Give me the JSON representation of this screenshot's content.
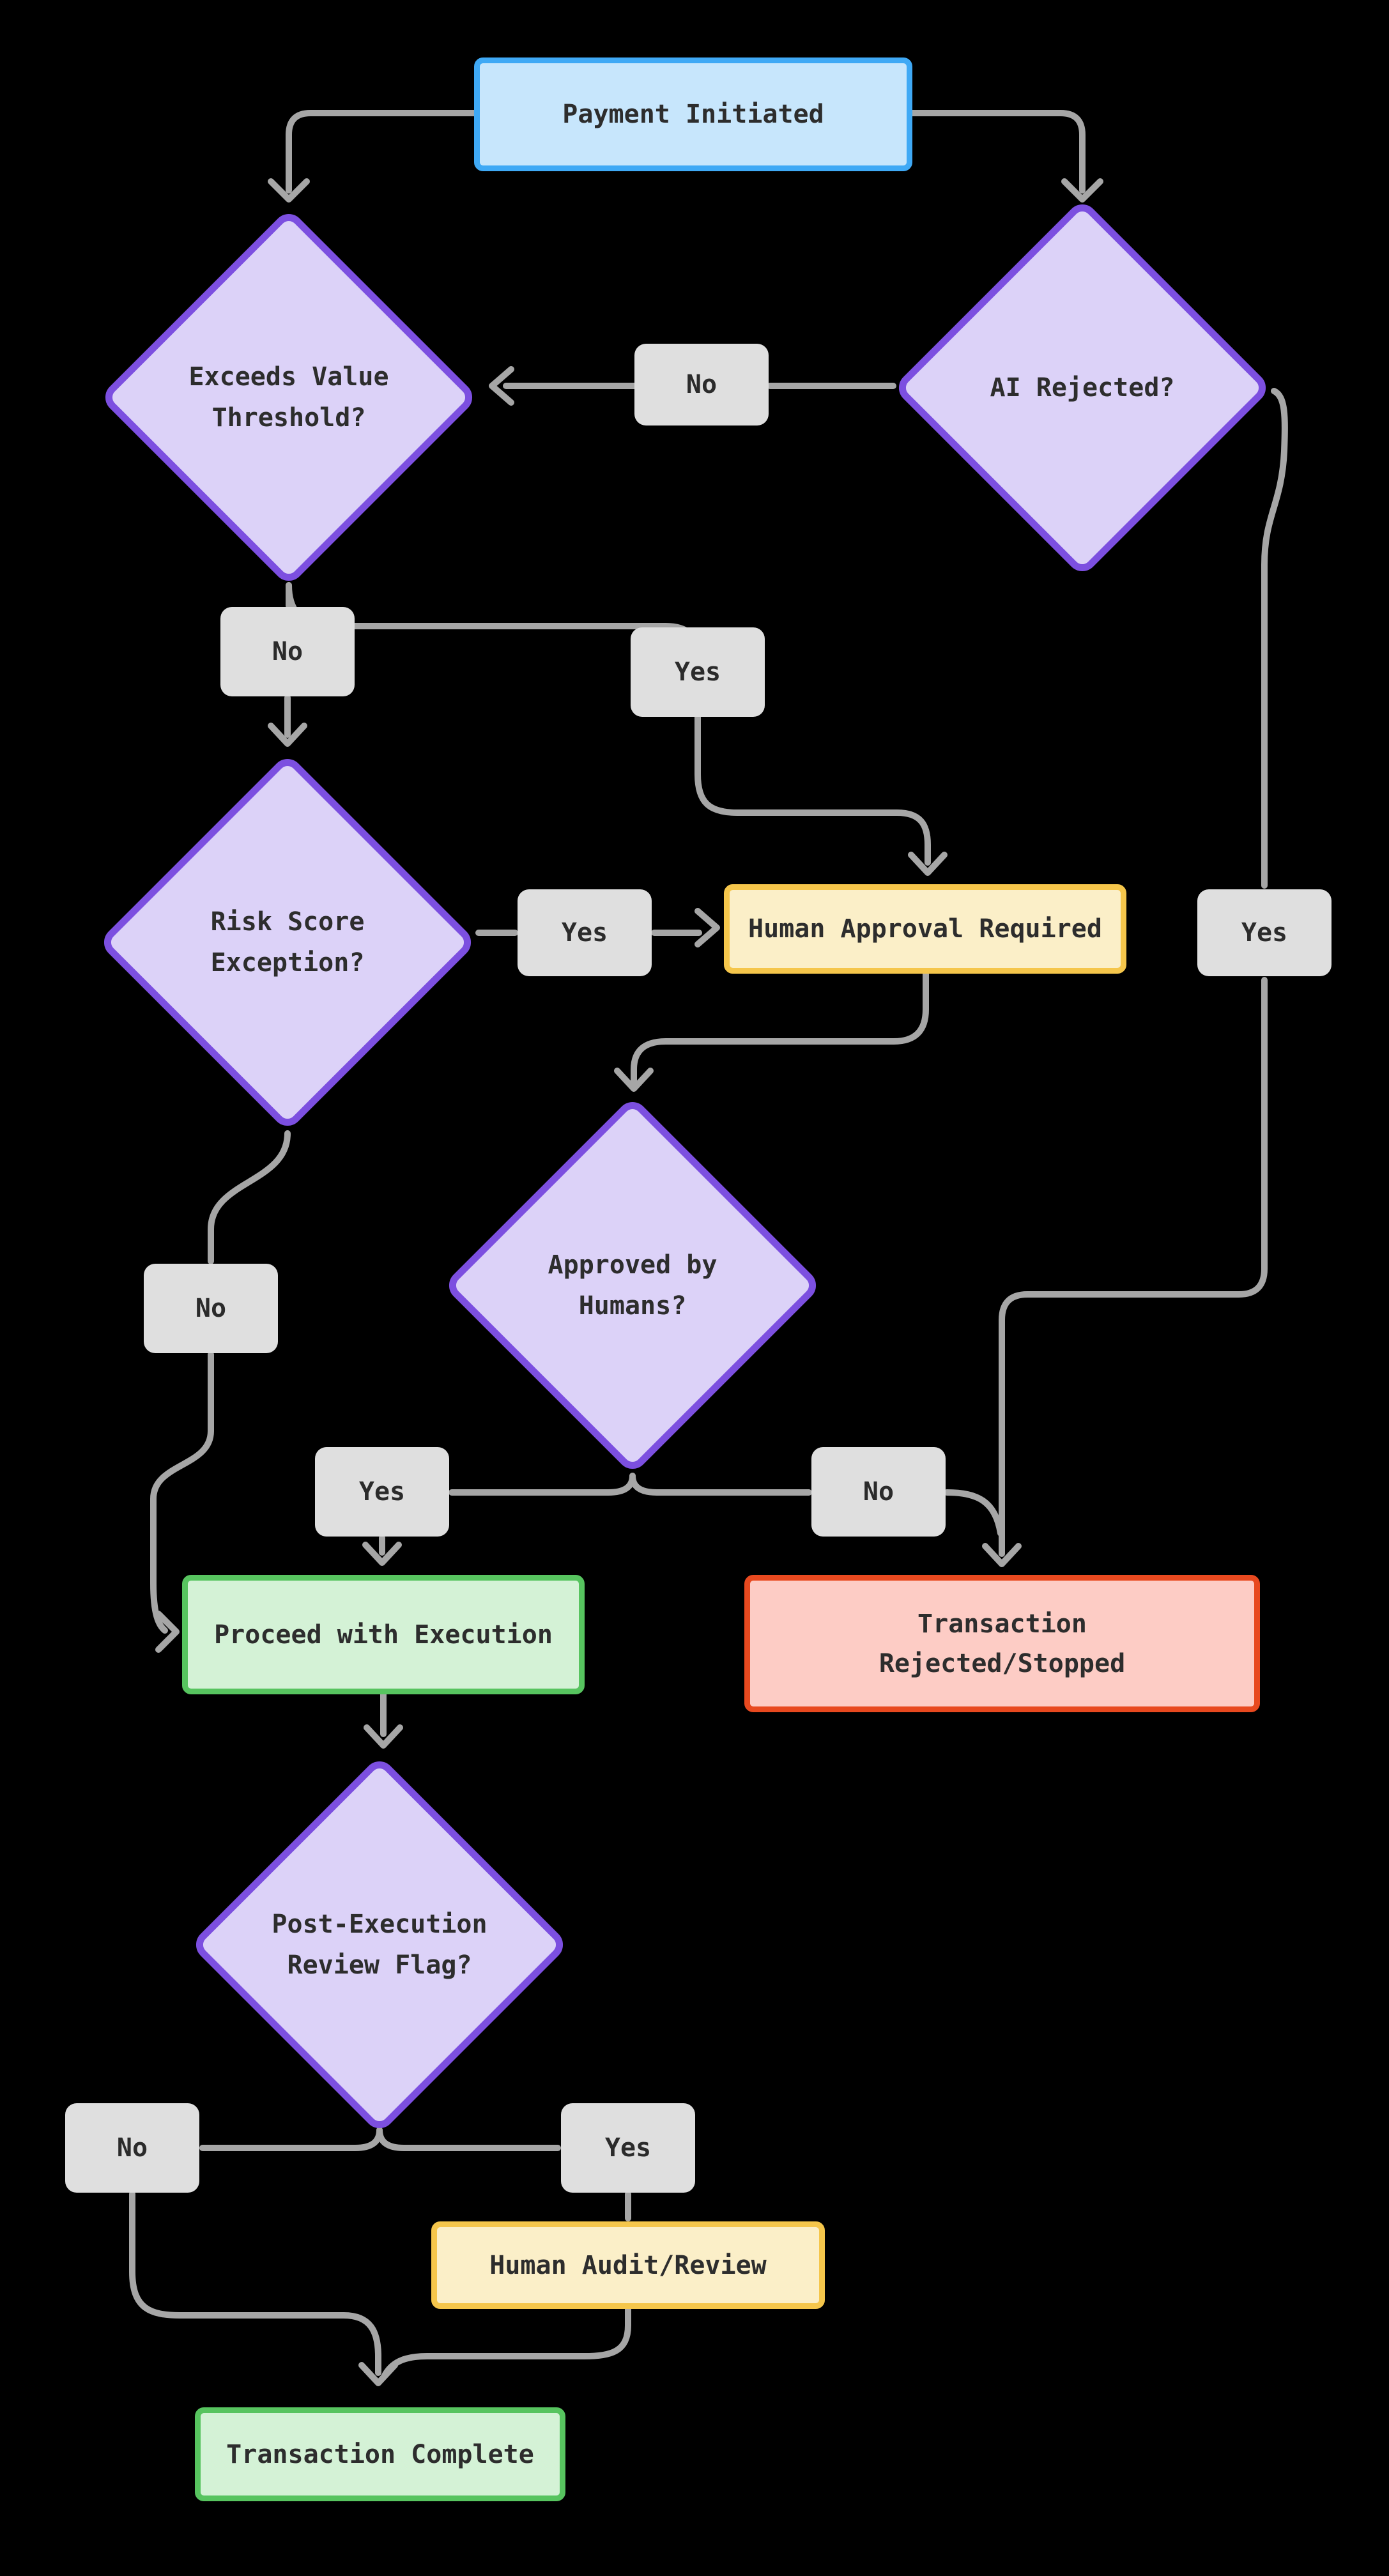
{
  "diagram": {
    "nodes": {
      "payment": {
        "label": "Payment Initiated",
        "type": "process"
      },
      "exceeds": {
        "label": "Exceeds Value Threshold?",
        "type": "decision"
      },
      "ai": {
        "label": "AI Rejected?",
        "type": "decision"
      },
      "risk": {
        "label": "Risk Score Exception?",
        "type": "decision"
      },
      "approval": {
        "label": "Human Approval Required",
        "type": "action"
      },
      "humans": {
        "label": "Approved by Humans?",
        "type": "decision"
      },
      "proceed": {
        "label": "Proceed with Execution",
        "type": "success"
      },
      "rejected": {
        "label": "Transaction\nRejected/Stopped",
        "type": "failure"
      },
      "review": {
        "label": "Post-Execution Review Flag?",
        "type": "decision"
      },
      "audit": {
        "label": "Human Audit/Review",
        "type": "action"
      },
      "complete": {
        "label": "Transaction Complete",
        "type": "success"
      }
    },
    "edge_labels": {
      "ai_no": "No",
      "exceeds_no": "No",
      "exceeds_yes": "Yes",
      "risk_yes": "Yes",
      "ai_yes": "Yes",
      "risk_no": "No",
      "humans_yes": "Yes",
      "humans_no": "No",
      "review_no": "No",
      "review_yes": "Yes"
    },
    "colors": {
      "background": "#000000",
      "edge": "#a6a6a6",
      "text": "#2d2d2d",
      "process_fill": "#c7e6fc",
      "process_border": "#3fa9f5",
      "decision_fill": "#dcd2f8",
      "decision_border": "#7c4fe0",
      "action_fill": "#fbefc8",
      "action_border": "#f5c64b",
      "success_fill": "#d4f2d6",
      "success_border": "#57c45f",
      "failure_fill": "#fdccc5",
      "failure_border": "#e8491f",
      "label_fill": "#dfdfdf"
    }
  }
}
